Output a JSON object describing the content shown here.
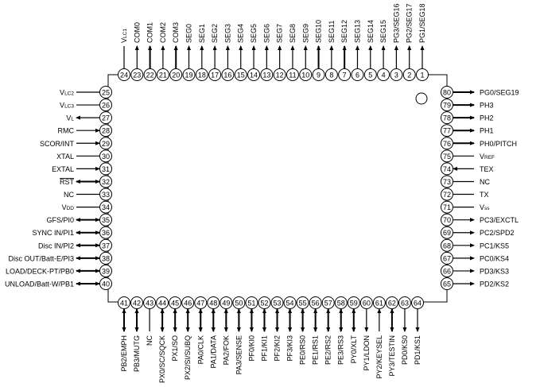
{
  "title": "80-pin IC pin assignment diagram",
  "index_mark": "pin-1-index-circle",
  "top_pins": [
    {
      "num": "24",
      "label": "VLC1",
      "main": "V",
      "sub": "LC1",
      "dir": "none"
    },
    {
      "num": "23",
      "label": "COM0",
      "dir": "out"
    },
    {
      "num": "22",
      "label": "COM1",
      "dir": "out"
    },
    {
      "num": "21",
      "label": "COM2",
      "dir": "out"
    },
    {
      "num": "20",
      "label": "COM3",
      "dir": "out"
    },
    {
      "num": "19",
      "label": "SEG0",
      "dir": "out"
    },
    {
      "num": "18",
      "label": "SEG1",
      "dir": "out"
    },
    {
      "num": "17",
      "label": "SEG2",
      "dir": "out"
    },
    {
      "num": "16",
      "label": "SEG3",
      "dir": "out"
    },
    {
      "num": "15",
      "label": "SEG4",
      "dir": "out"
    },
    {
      "num": "14",
      "label": "SEG5",
      "dir": "out"
    },
    {
      "num": "13",
      "label": "SEG6",
      "dir": "out"
    },
    {
      "num": "12",
      "label": "SEG7",
      "dir": "out"
    },
    {
      "num": "11",
      "label": "SEG8",
      "dir": "out"
    },
    {
      "num": "10",
      "label": "SEG9",
      "dir": "out"
    },
    {
      "num": "9",
      "label": "SEG10",
      "dir": "out"
    },
    {
      "num": "8",
      "label": "SEG11",
      "dir": "out"
    },
    {
      "num": "7",
      "label": "SEG12",
      "dir": "out"
    },
    {
      "num": "6",
      "label": "SEG13",
      "dir": "out"
    },
    {
      "num": "5",
      "label": "SEG14",
      "dir": "out"
    },
    {
      "num": "4",
      "label": "SEG15",
      "dir": "out"
    },
    {
      "num": "3",
      "label": "PG3/SEG16",
      "dir": "out"
    },
    {
      "num": "2",
      "label": "PG2/SEG17",
      "dir": "out"
    },
    {
      "num": "1",
      "label": "PG1/SEG18",
      "dir": "out"
    }
  ],
  "left_pins": [
    {
      "num": "25",
      "label": "VLC2",
      "main": "V",
      "sub": "LC2",
      "dir": "none"
    },
    {
      "num": "26",
      "label": "VLC3",
      "main": "V",
      "sub": "LC3",
      "dir": "none"
    },
    {
      "num": "27",
      "label": "VL",
      "main": "V",
      "sub": "L",
      "dir": "out"
    },
    {
      "num": "28",
      "label": "RMC",
      "dir": "in"
    },
    {
      "num": "29",
      "label": "SCOR/INT",
      "dir": "in"
    },
    {
      "num": "30",
      "label": "XTAL",
      "dir": "none"
    },
    {
      "num": "31",
      "label": "EXTAL",
      "dir": "in"
    },
    {
      "num": "32",
      "label": "RST",
      "overline": true,
      "dir": "bi"
    },
    {
      "num": "33",
      "label": "NC",
      "dir": "none"
    },
    {
      "num": "34",
      "label": "VDD",
      "main": "V",
      "sub": "DD",
      "dir": "none"
    },
    {
      "num": "35",
      "label": "GFS/PI0",
      "dir": "bi"
    },
    {
      "num": "36",
      "label": "SYNC IN/PI1",
      "dir": "bi"
    },
    {
      "num": "37",
      "label": "Disc IN/PI2",
      "dir": "bi"
    },
    {
      "num": "38",
      "label": "Disc OUT/Batt-E/PI3",
      "dir": "bi"
    },
    {
      "num": "39",
      "label": "LOAD/DECK-PT/PB0",
      "dir": "bi"
    },
    {
      "num": "40",
      "label": "UNLOAD/Batt-W/PB1",
      "dir": "bi"
    }
  ],
  "right_pins": [
    {
      "num": "80",
      "label": "PG0/SEG19",
      "dir": "out"
    },
    {
      "num": "79",
      "label": "PH3",
      "dir": "out"
    },
    {
      "num": "78",
      "label": "PH2",
      "dir": "out"
    },
    {
      "num": "77",
      "label": "PH1",
      "dir": "out"
    },
    {
      "num": "76",
      "label": "PH0/PITCH",
      "dir": "out"
    },
    {
      "num": "75",
      "label": "VREF",
      "main": "V",
      "sub": "REF",
      "dir": "none"
    },
    {
      "num": "74",
      "label": "TEX",
      "dir": "in"
    },
    {
      "num": "73",
      "label": "NC",
      "dir": "none"
    },
    {
      "num": "72",
      "label": "TX",
      "dir": "none"
    },
    {
      "num": "71",
      "label": "Vss",
      "main": "V",
      "sub": "ss",
      "dir": "none"
    },
    {
      "num": "70",
      "label": "PC3/EXCTL",
      "dir": "out"
    },
    {
      "num": "69",
      "label": "PC2/SPD2",
      "dir": "out"
    },
    {
      "num": "68",
      "label": "PC1/KS5",
      "dir": "out"
    },
    {
      "num": "67",
      "label": "PC0/KS4",
      "dir": "out"
    },
    {
      "num": "66",
      "label": "PD3/KS3",
      "dir": "out"
    },
    {
      "num": "65",
      "label": "PD2/KS2",
      "dir": "out"
    }
  ],
  "bottom_pins": [
    {
      "num": "41",
      "label": "PB2/EMPH",
      "dir": "bi"
    },
    {
      "num": "42",
      "label": "PB3/MUTG",
      "dir": "bi"
    },
    {
      "num": "43",
      "label": "NC",
      "dir": "none"
    },
    {
      "num": "44",
      "label": "PX0/SC/SQCK",
      "dir": "bi"
    },
    {
      "num": "45",
      "label": "PX1/SO",
      "dir": "bi"
    },
    {
      "num": "46",
      "label": "PX2/SI/SUBQ",
      "dir": "bi"
    },
    {
      "num": "47",
      "label": "PA0/CLK",
      "dir": "bi"
    },
    {
      "num": "48",
      "label": "PA1/DATA",
      "dir": "bi"
    },
    {
      "num": "49",
      "label": "PA2/FOK",
      "dir": "bi"
    },
    {
      "num": "50",
      "label": "PA3/SENSE",
      "dir": "bi"
    },
    {
      "num": "51",
      "label": "PF0/KI0",
      "dir": "bi"
    },
    {
      "num": "52",
      "label": "PF1/KI1",
      "dir": "bi"
    },
    {
      "num": "53",
      "label": "PF2/KI2",
      "dir": "bi"
    },
    {
      "num": "54",
      "label": "PF3/KI3",
      "dir": "bi"
    },
    {
      "num": "55",
      "label": "PE0/RS0",
      "dir": "bi"
    },
    {
      "num": "56",
      "label": "PE1/RS1",
      "dir": "bi"
    },
    {
      "num": "57",
      "label": "PE2/RS2",
      "dir": "bi"
    },
    {
      "num": "58",
      "label": "PE3/RS3",
      "dir": "bi"
    },
    {
      "num": "59",
      "label": "PY0/XLT",
      "dir": "bi"
    },
    {
      "num": "60",
      "label": "PY1/LDON",
      "dir": "out"
    },
    {
      "num": "61",
      "label": "PY2/KEYSEL",
      "dir": "in"
    },
    {
      "num": "62",
      "label": "PY3/TESTIN",
      "dir": "bi"
    },
    {
      "num": "63",
      "label": "PD0/KS0",
      "dir": "out"
    },
    {
      "num": "64",
      "label": "PD1/KS1",
      "dir": "out"
    }
  ]
}
